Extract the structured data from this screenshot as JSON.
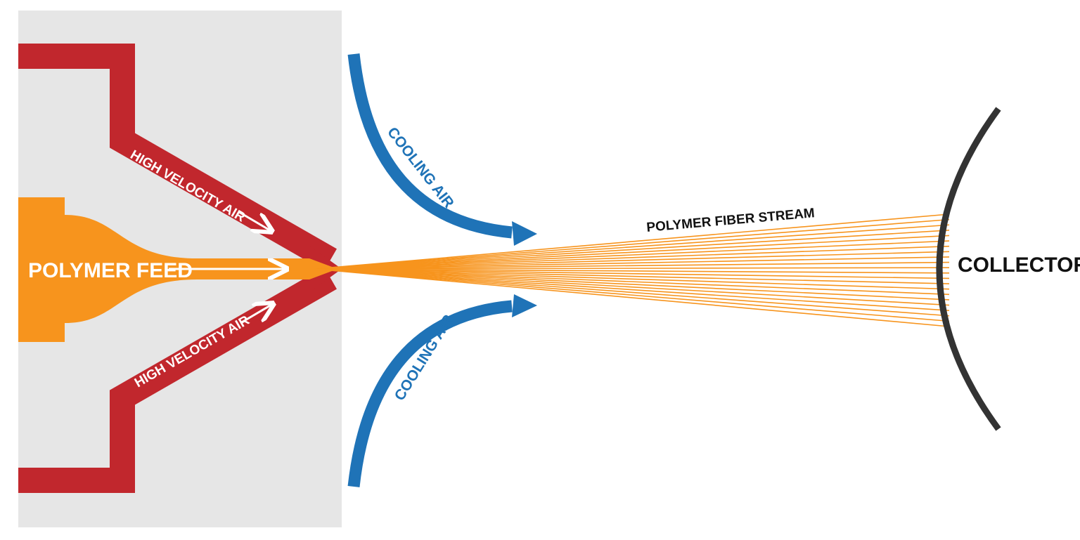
{
  "labels": {
    "polymer_feed": "POLYMER FEED",
    "high_velocity_air_top": "HIGH VELOCITY AIR",
    "high_velocity_air_bottom": "HIGH VELOCITY AIR",
    "cooling_air_top": "COOLING AIR",
    "cooling_air_bottom": "COOLING AIR",
    "polymer_fiber_stream": "POLYMER FIBER STREAM",
    "collector": "COLLECTOR"
  },
  "colors": {
    "die_background": "#e6e6e6",
    "air_channel": "#c1272d",
    "polymer": "#f7941d",
    "cooling_air": "#1f73b7",
    "collector": "#333333",
    "fiber": "#f7941d"
  },
  "fiber_count": 22
}
